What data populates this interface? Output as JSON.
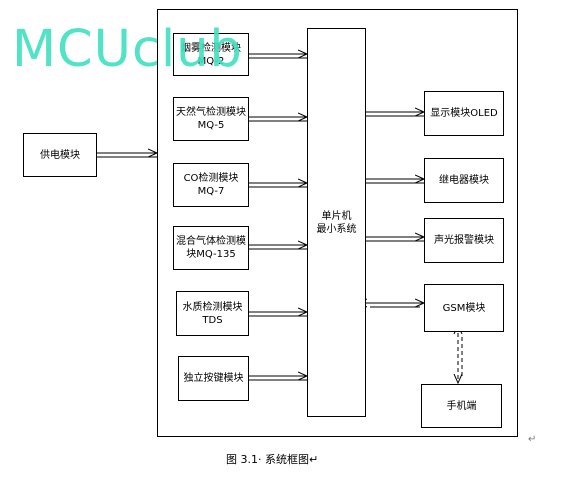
{
  "watermark": "MCUclub",
  "power": {
    "label": "供电模块"
  },
  "sensors": [
    {
      "label": "烟雾检测模块\nMQ-2"
    },
    {
      "label": "天然气检测模块\nMQ-5"
    },
    {
      "label": "CO检测模块MQ-7"
    },
    {
      "label": "混合气体检测模\n块MQ-135"
    },
    {
      "label": "水质检测模块\nTDS"
    },
    {
      "label": "独立按键模块"
    }
  ],
  "mcu": {
    "label": "单片机\n最小系统"
  },
  "outputs": [
    {
      "label": "显示模块OLED"
    },
    {
      "label": "继电器模块"
    },
    {
      "label": "声光报警模块"
    },
    {
      "label": "GSM模块"
    },
    {
      "label": "手机端"
    }
  ],
  "caption": "图 3.1· 系统框图↵",
  "paragraph_mark": "↵"
}
